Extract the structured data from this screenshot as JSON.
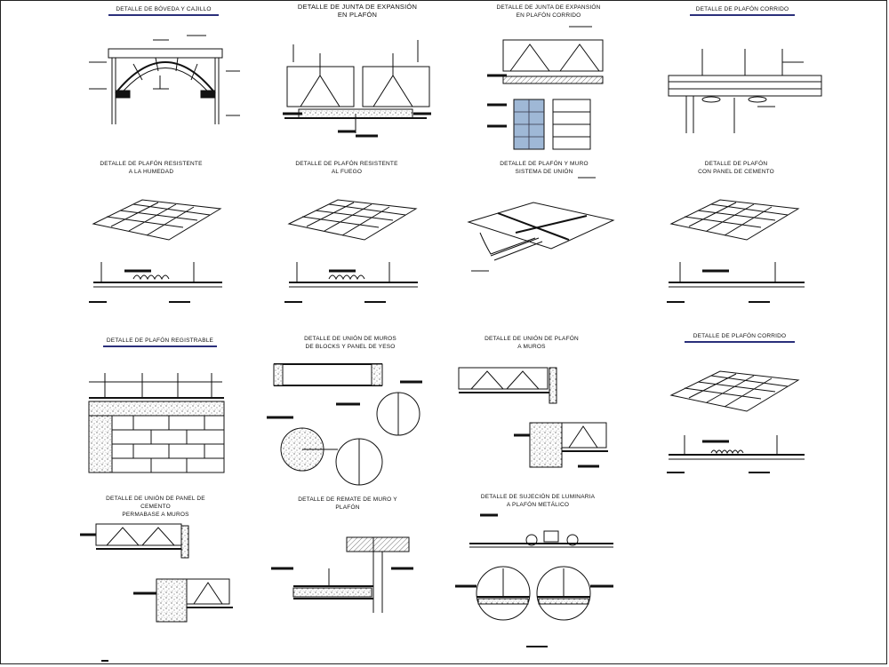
{
  "details": [
    {
      "id": "boveda-cajillo",
      "lines": [
        "DETALLE DE BÓVEDA Y CAJILLO"
      ]
    },
    {
      "id": "junta-expansion",
      "lines": [
        "DETALLE DE JUNTA DE EXPANSIÓN",
        "EN PLAFÓN"
      ]
    },
    {
      "id": "junta-expansion-corrido",
      "lines": [
        "DETALLE DE JUNTA DE EXPANSIÓN",
        "EN PLAFÓN CORRIDO"
      ]
    },
    {
      "id": "plafon-corrido-1",
      "lines": [
        "DETALLE DE PLAFÓN CORRIDO"
      ]
    },
    {
      "id": "resistente-humedad",
      "lines": [
        "DETALLE DE PLAFÓN RESISTENTE",
        "A LA HUMEDAD"
      ]
    },
    {
      "id": "resistente-fuego",
      "lines": [
        "DETALLE DE PLAFÓN RESISTENTE",
        "AL FUEGO"
      ]
    },
    {
      "id": "plafon-muro",
      "lines": [
        "DETALLE DE PLAFÓN Y MURO",
        "SISTEMA DE UNIÓN"
      ]
    },
    {
      "id": "panel-cemento",
      "lines": [
        "DETALLE DE PLAFÓN",
        "CON PANEL DE CEMENTO"
      ]
    },
    {
      "id": "registrable",
      "lines": [
        "DETALLE DE PLAFÓN REGISTRABLE"
      ]
    },
    {
      "id": "union-muros-blocks",
      "lines": [
        "DETALLE DE UNIÓN DE MUROS",
        "DE BLOCKS Y PANEL DE YESO"
      ]
    },
    {
      "id": "union-plafon-muros",
      "lines": [
        "DETALLE DE UNIÓN DE PLAFÓN",
        "A MUROS"
      ]
    },
    {
      "id": "plafon-corrido-2",
      "lines": [
        "DETALLE DE PLAFÓN CORRIDO"
      ]
    },
    {
      "id": "union-panel-cemento",
      "lines": [
        "DETALLE DE UNIÓN DE PANEL DE CEMENTO",
        "PERMABASE A MUROS"
      ]
    },
    {
      "id": "remate-muro",
      "lines": [
        "DETALLE DE REMATE DE MURO Y PLAFÓN"
      ]
    },
    {
      "id": "sujecion-luminaria",
      "lines": [
        "DETALLE DE SUJECIÓN DE LUMINARIA",
        "A PLAFÓN METÁLICO"
      ]
    }
  ],
  "colors": {
    "line": "#111111",
    "accent": "#2a2f7a",
    "hatch": "#444444"
  }
}
